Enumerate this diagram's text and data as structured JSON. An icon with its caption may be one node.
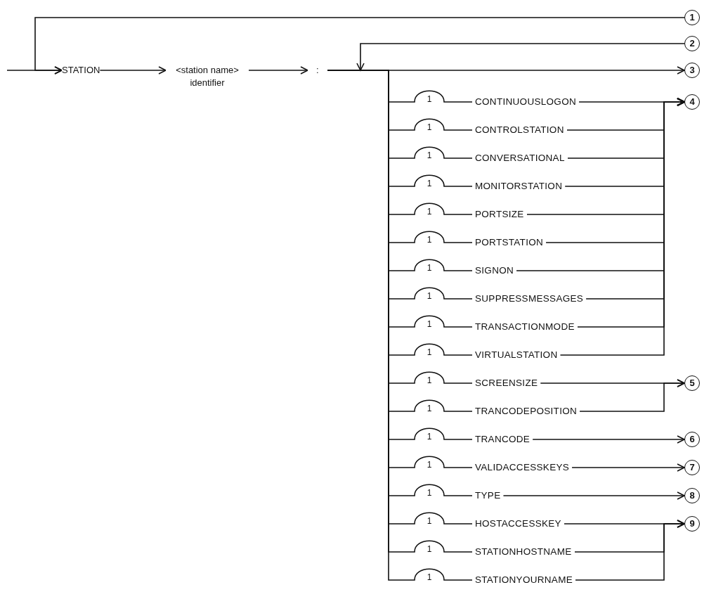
{
  "diagram": {
    "nodes": [
      {
        "text": [
          "STATION"
        ]
      },
      {
        "text": [
          "<station name> identifier"
        ]
      },
      {
        "text": [
          ":"
        ]
      },
      {
        "text": [
          "1"
        ]
      },
      {
        "text": [
          "2"
        ]
      },
      {
        "text": [
          "3"
        ]
      },
      {
        "text": [
          "4"
        ]
      },
      {
        "text": [
          "5"
        ]
      },
      {
        "text": [
          "6"
        ]
      },
      {
        "text": [
          "7"
        ]
      },
      {
        "text": [
          "8"
        ]
      },
      {
        "text": [
          "9"
        ]
      },
      {
        "text": [
          "CONTINUOUSLOGON"
        ]
      },
      {
        "text": [
          "CONTROLSTATION"
        ]
      },
      {
        "text": [
          "CONVERSATIONAL"
        ]
      },
      {
        "text": [
          "MONITORSTATION"
        ]
      },
      {
        "text": [
          "PORTSIZE"
        ]
      },
      {
        "text": [
          "PORTSTATION"
        ]
      },
      {
        "text": [
          "SIGNON"
        ]
      },
      {
        "text": [
          "SUPPRESSMESSAGES"
        ]
      },
      {
        "text": [
          "TRANSACTIONMODE"
        ]
      },
      {
        "text": [
          "VIRTUALSTATION"
        ]
      },
      {
        "text": [
          "SCREENSIZE"
        ]
      },
      {
        "text": [
          "TRANCODEPOSITION"
        ]
      },
      {
        "text": [
          "TRANCODE"
        ]
      },
      {
        "text": [
          "VALIDACCESSKEYS"
        ]
      },
      {
        "text": [
          "TYPE"
        ]
      },
      {
        "text": [
          "HOSTACCESSKEY"
        ]
      },
      {
        "text": [
          "STATIONHOSTNAME"
        ]
      },
      {
        "text": [
          "STATIONYOURNAME"
        ]
      }
    ],
    "edges": [
      {
        "from": null,
        "to": 0,
        "arrow": "to"
      },
      {
        "from": 3,
        "to": 0,
        "arrow": "to"
      },
      {
        "from": 0,
        "to": 1,
        "arrow": "to"
      },
      {
        "from": 1,
        "to": 2,
        "arrow": "to"
      },
      {
        "from": 2,
        "to": 5,
        "arrow": "to"
      },
      {
        "from": 4,
        "to": null,
        "arrow": "to"
      },
      {
        "from": 2,
        "to": 12,
        "arrow": "none"
      },
      {
        "from": 2,
        "to": 13,
        "arrow": "none"
      },
      {
        "from": 2,
        "to": 14,
        "arrow": "none"
      },
      {
        "from": 2,
        "to": 15,
        "arrow": "none"
      },
      {
        "from": 2,
        "to": 16,
        "arrow": "none"
      },
      {
        "from": 2,
        "to": 17,
        "arrow": "none"
      },
      {
        "from": 2,
        "to": 18,
        "arrow": "none"
      },
      {
        "from": 2,
        "to": 19,
        "arrow": "none"
      },
      {
        "from": 2,
        "to": 20,
        "arrow": "none"
      },
      {
        "from": 2,
        "to": 21,
        "arrow": "none"
      },
      {
        "from": 2,
        "to": 22,
        "arrow": "none"
      },
      {
        "from": 2,
        "to": 23,
        "arrow": "none"
      },
      {
        "from": 2,
        "to": 24,
        "arrow": "none"
      },
      {
        "from": 2,
        "to": 25,
        "arrow": "none"
      },
      {
        "from": 2,
        "to": 26,
        "arrow": "none"
      },
      {
        "from": 2,
        "to": 27,
        "arrow": "none"
      },
      {
        "from": 2,
        "to": 28,
        "arrow": "none"
      },
      {
        "from": 2,
        "to": 29,
        "arrow": "none"
      },
      {
        "from": 12,
        "to": 6,
        "arrow": "to"
      },
      {
        "from": 13,
        "to": 6,
        "arrow": "to"
      },
      {
        "from": 14,
        "to": 6,
        "arrow": "to"
      },
      {
        "from": 15,
        "to": 6,
        "arrow": "to"
      },
      {
        "from": 16,
        "to": 6,
        "arrow": "to"
      },
      {
        "from": 17,
        "to": 6,
        "arrow": "to"
      },
      {
        "from": 18,
        "to": 6,
        "arrow": "to"
      },
      {
        "from": 19,
        "to": 6,
        "arrow": "to"
      },
      {
        "from": 20,
        "to": 6,
        "arrow": "to"
      },
      {
        "from": 21,
        "to": 6,
        "arrow": "to"
      },
      {
        "from": 22,
        "to": 7,
        "arrow": "to"
      },
      {
        "from": 23,
        "to": 7,
        "arrow": "to"
      },
      {
        "from": 24,
        "to": 8,
        "arrow": "to"
      },
      {
        "from": 25,
        "to": 9,
        "arrow": "to"
      },
      {
        "from": 26,
        "to": 10,
        "arrow": "to"
      },
      {
        "from": 27,
        "to": 11,
        "arrow": "to"
      },
      {
        "from": 28,
        "to": 11,
        "arrow": "to"
      },
      {
        "from": 29,
        "to": 11,
        "arrow": "to"
      }
    ],
    "labels": [
      "1",
      "1",
      "1",
      "1",
      "1",
      "1",
      "1",
      "1",
      "1",
      "1",
      "1",
      "1",
      "1",
      "1",
      "1",
      "1",
      "1",
      "1"
    ]
  }
}
